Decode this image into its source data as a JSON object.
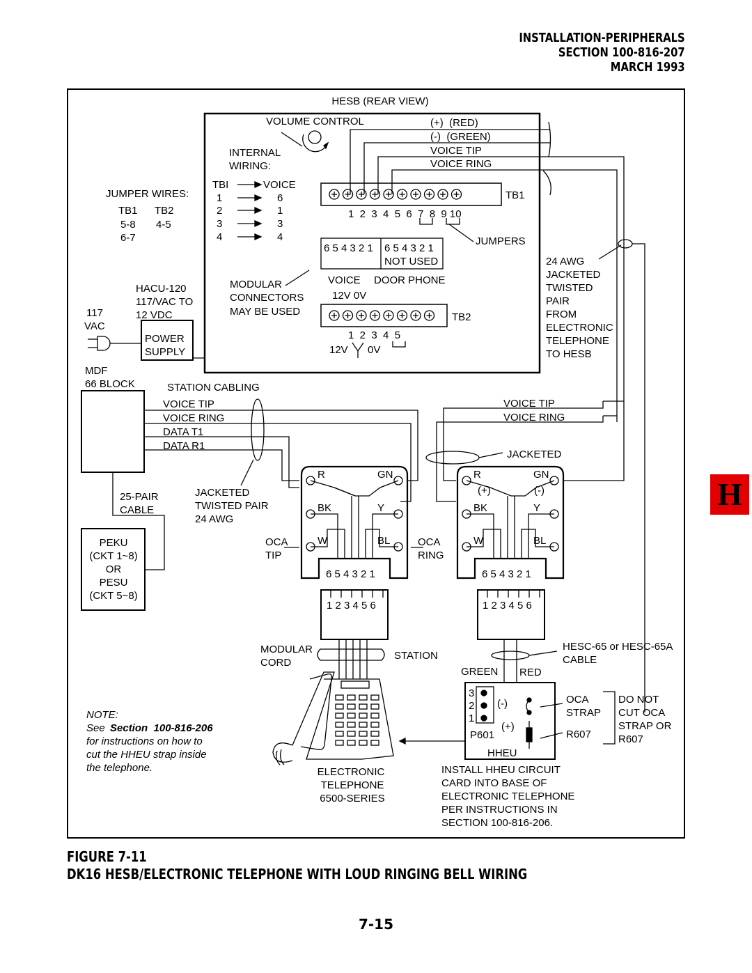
{
  "header": {
    "line1": "INSTALLATION-PERIPHERALS",
    "line2": "SECTION 100-816-207",
    "line3": "MARCH 1993"
  },
  "diagram": {
    "hesb_title": "HESB (REAR VIEW)",
    "volume_control": "VOLUME CONTROL",
    "internal_wiring": [
      "INTERNAL",
      "WIRING:"
    ],
    "tb_map_header": {
      "left": "TBI",
      "right": "VOICE"
    },
    "tb_map": [
      [
        "1",
        "6"
      ],
      [
        "2",
        "1"
      ],
      [
        "3",
        "3"
      ],
      [
        "4",
        "4"
      ]
    ],
    "wire_labels": [
      "(+)  (RED)",
      "(-)  (GREEN)",
      "VOICE TIP",
      "VOICE RING"
    ],
    "tb1_label": "TB1",
    "tb1_numbers": "1  2  3  4  5  6  7  8  9 10",
    "jumpers": "JUMPERS",
    "jumper_table_left": "6 5 4 3 2 1",
    "jumper_table_right": "6 5 4 3 2 1",
    "not_used": "NOT USED",
    "voice": "VOICE",
    "door_phone": "DOOR PHONE",
    "v12_0v": "12V 0V",
    "tb2_label": "TB2",
    "tb2_numbers": "1  2  3  4  5",
    "v12": "12V",
    "v0": "0V",
    "modular_connectors": [
      "MODULAR",
      "CONNECTORS",
      "MAY BE USED"
    ],
    "jumper_wires": "JUMPER WIRES:",
    "jumper_cols": [
      "TB1",
      "TB2"
    ],
    "jumper_rows": [
      [
        "5-8",
        "4-5"
      ],
      [
        "6-7",
        ""
      ]
    ],
    "hacu": [
      "HACU-120",
      "117/VAC TO",
      "12 VDC"
    ],
    "vac": [
      "117",
      "VAC"
    ],
    "power_supply": [
      "POWER",
      "SUPPLY"
    ],
    "awg_cable": [
      "24 AWG",
      "JACKETED",
      "TWISTED",
      "PAIR",
      "FROM",
      "ELECTRONIC",
      "TELEPHONE",
      "TO HESB"
    ],
    "mdf": [
      "MDF",
      "66 BLOCK"
    ],
    "station_cabling": "STATION CABLING",
    "left_wires": [
      "VOICE TIP",
      "VOICE RING",
      "DATA T1",
      "DATA R1"
    ],
    "right_wires": [
      "VOICE TIP",
      "VOICE RING"
    ],
    "jacketed": "JACKETED",
    "pair_cable": [
      "25-PAIR",
      "CABLE"
    ],
    "jacketed_twisted": [
      "JACKETED",
      "TWISTED PAIR",
      "24 AWG"
    ],
    "peku": [
      "PEKU",
      "(CKT 1~8)",
      "OR",
      "PESU",
      "(CKT 5~8)"
    ],
    "oca_left": [
      "OCA",
      "TIP"
    ],
    "oca_right": [
      "OCA",
      "RING"
    ],
    "jack_labels": {
      "r": "R",
      "gn": "GN",
      "bk": "BK",
      "y": "Y",
      "w": "W",
      "bl": "BL",
      "plus": "(+)",
      "minus": "(-)"
    },
    "jack_pins": "6 5 4 3 2 1",
    "plug_pins": "1 2 3 4 5 6",
    "modular_cord": [
      "MODULAR",
      "CORD"
    ],
    "station": "STATION",
    "hesc_cable": [
      "HESC-65 or HESC-65A",
      "CABLE"
    ],
    "green": "GREEN",
    "red": "RED",
    "hheu_pins": [
      "3",
      "2",
      "1"
    ],
    "hheu_minus": "(-)",
    "hheu_plus": "(+)",
    "p601": "P601",
    "hheu": "HHEU",
    "oca_strap": [
      "OCA",
      "STRAP"
    ],
    "r607": "R607",
    "do_not_cut": [
      "DO NOT",
      "CUT OCA",
      "STRAP OR",
      "R607"
    ],
    "note_title": "NOTE:",
    "note_see": "See",
    "note_section": "Section  100-816-206",
    "note_lines": [
      "for instructions on how to",
      "cut the HHEU strap inside",
      "the telephone."
    ],
    "electronic_telephone": [
      "ELECTRONIC",
      "TELEPHONE",
      "6500-SERIES"
    ],
    "install_hheu": [
      "INSTALL HHEU CIRCUIT",
      "CARD INTO BASE OF",
      "ELECTRONIC TELEPHONE",
      "PER INSTRUCTIONS IN",
      "SECTION 100-816-206."
    ]
  },
  "figure": {
    "number": "FIGURE 7-11",
    "caption": "DK16 HESB/ELECTRONIC TELEPHONE WITH LOUD RINGING BELL WIRING"
  },
  "page_number": "7-15",
  "section_tab": "H"
}
